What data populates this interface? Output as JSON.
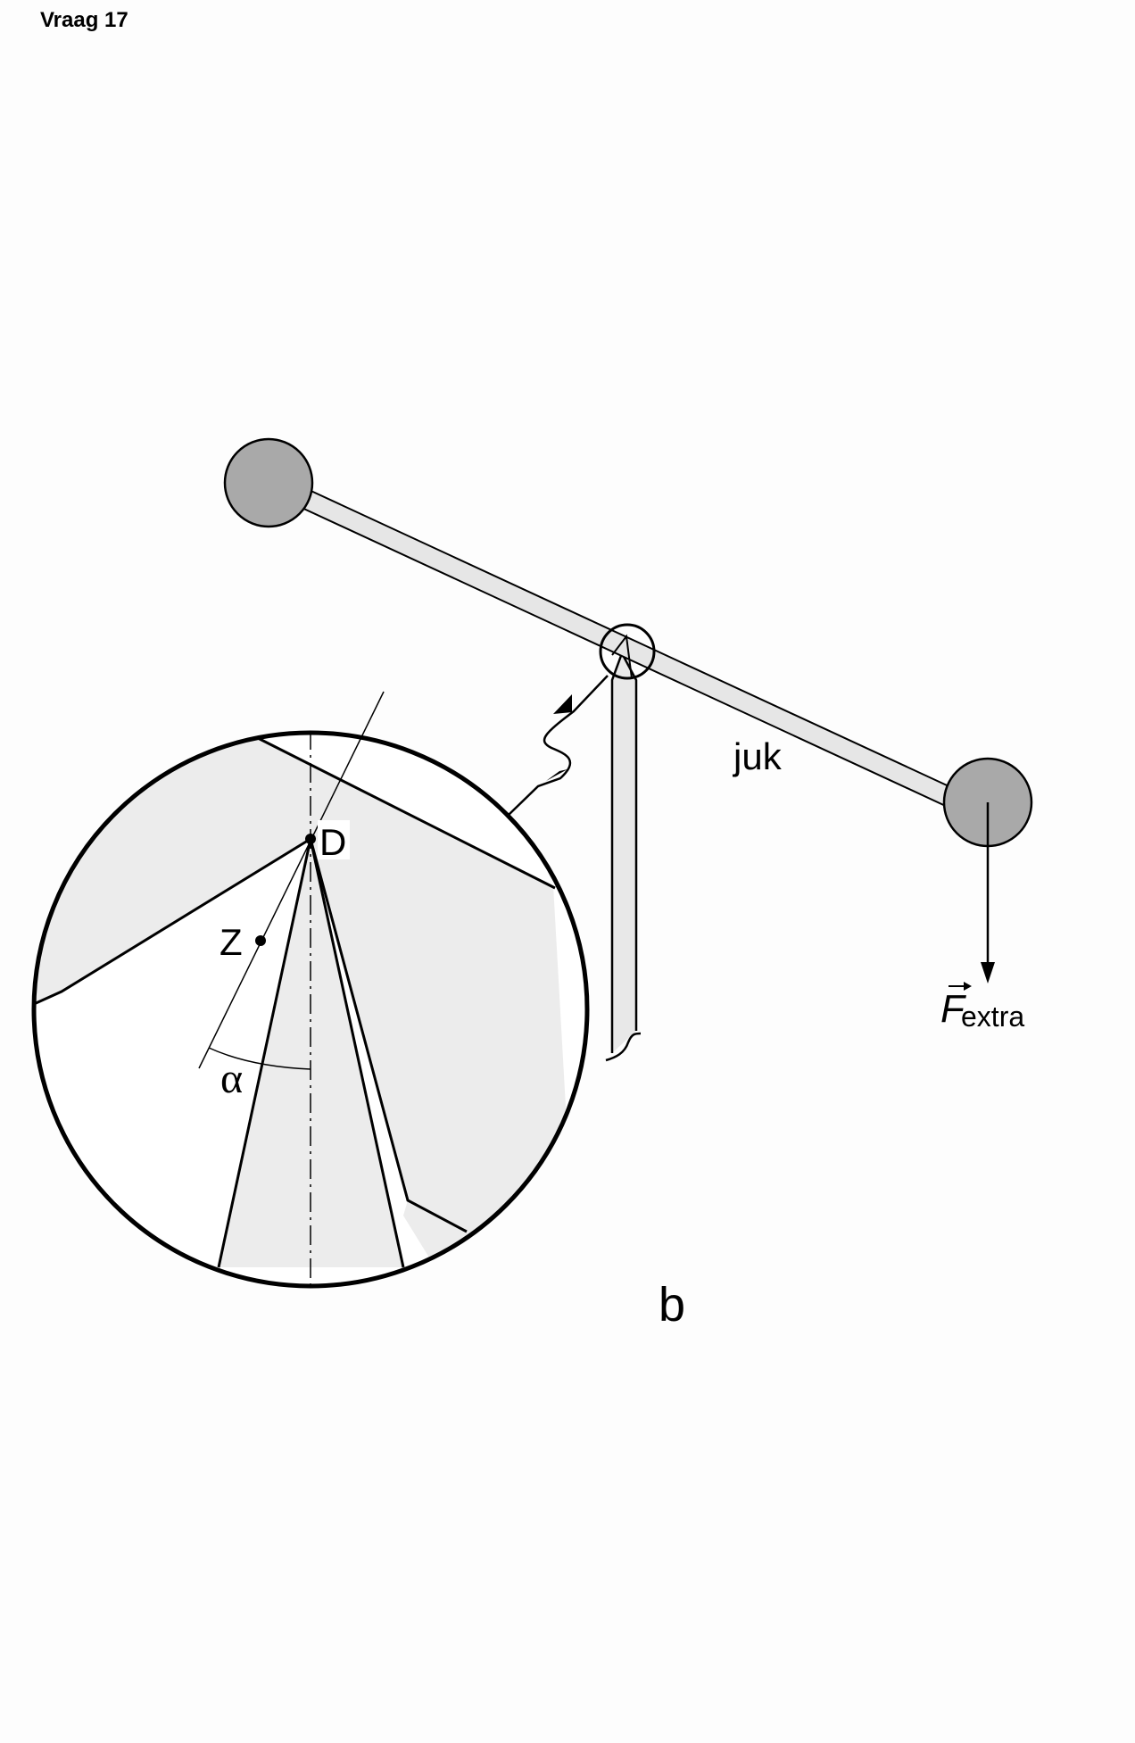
{
  "header": {
    "title": "Vraag 17"
  },
  "labels": {
    "yoke": "juk",
    "pivot_point": "D",
    "center_of_mass": "Z",
    "angle": "α",
    "force_symbol": "F",
    "force_subscript": "extra",
    "figure_letter": "b"
  },
  "colors": {
    "mass_fill": "#a9a9a9",
    "bar_fill": "#e6e6e6",
    "zoom_fill": "#ececec",
    "stroke": "#000000"
  }
}
